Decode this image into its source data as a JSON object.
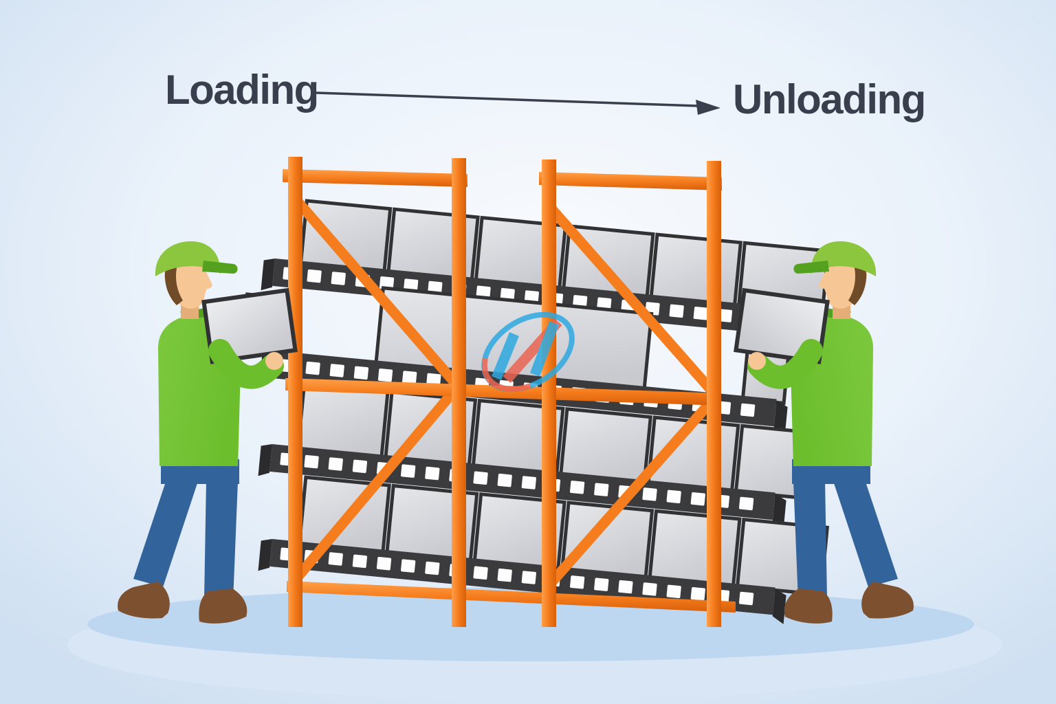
{
  "labels": {
    "loading": "Loading",
    "unloading": "Unloading"
  },
  "watermark": {
    "letter": "N"
  },
  "rack": {
    "bays": 2,
    "shelf_levels": 4,
    "beam_holes_per_level": 20,
    "panels_per_row": [
      6,
      3,
      6,
      6
    ],
    "carried_panels": 2
  },
  "workers": {
    "count": 2
  },
  "colors": {
    "bg_edge": "#cfe0f2",
    "bg_mid": "#e9f1fa",
    "bg_center": "#f9fbfe",
    "floor_light": "#d9e6f6",
    "floor_dark": "#bed7f1",
    "text_color": "#3a3f4d",
    "orange_light": "#ffa04b",
    "orange_main": "#f57d1d",
    "orange_dark": "#d95f08",
    "strip_color": "#3b3b3d",
    "strip_end": "#2b2b2d",
    "hole_color": "#fdfdfe",
    "panel_border": "#323235",
    "panel_fill": "#c9cad0",
    "panel_fill_light": "#e6e7ea",
    "green_main": "#6cbe2d",
    "green_dark": "#53a11e",
    "cap_green": "#8bc63e",
    "skin": "#f6c795",
    "skin_shadow": "#e5ad77",
    "hair_color": "#6f4b28",
    "pants": "#33639b",
    "shoe": "#7d5130",
    "logo_blue": "#2ea9e0",
    "logo_red": "#ea6553"
  }
}
